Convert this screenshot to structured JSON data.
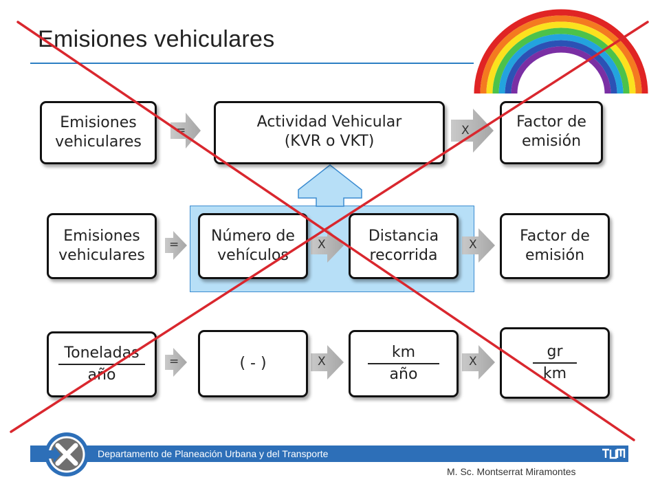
{
  "title": "Emisiones vehiculares",
  "row1": {
    "box1": [
      "Emisiones",
      "vehiculares"
    ],
    "op1": "=",
    "box2": [
      "Actividad Vehicular",
      "(KVR o VKT)"
    ],
    "op2": "X",
    "box3": [
      "Factor de",
      "emisión"
    ]
  },
  "row2": {
    "box1": [
      "Emisiones",
      "vehiculares"
    ],
    "op1": "=",
    "box2": [
      "Número de",
      "vehículos"
    ],
    "op2": "X",
    "box3": [
      "Distancia",
      "recorrida"
    ],
    "op3": "X",
    "box4": [
      "Factor de",
      "emisión"
    ]
  },
  "row3": {
    "box1": {
      "num": "Toneladas",
      "den": "año"
    },
    "op1": "=",
    "box2": "( - )",
    "op2": "X",
    "box3": {
      "num": "km",
      "den": "año"
    },
    "op3": "X",
    "box4": {
      "num": "gr",
      "den": "km"
    }
  },
  "footer": {
    "department": "Departamento de Planeación Urbana y del Transporte",
    "author": "M. Sc. Montserrat Miramontes"
  },
  "colors": {
    "accent": "#2c7fc3",
    "highlight": "#b7dff7",
    "cross": "#d9272e",
    "arrow": "#b3b3b3"
  }
}
